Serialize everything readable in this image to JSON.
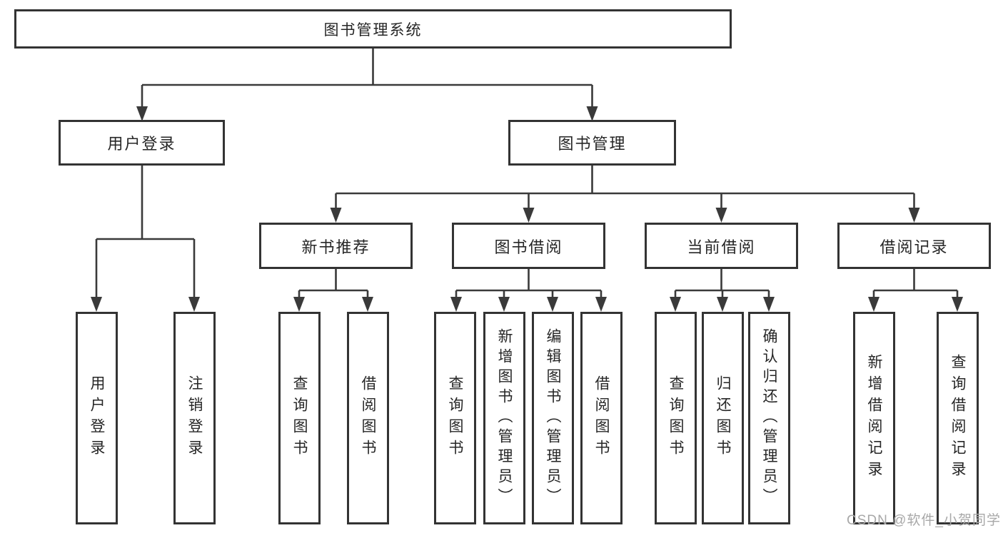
{
  "diagram": {
    "title": "图书管理系统",
    "nodes": {
      "root": {
        "label": "图书管理系统"
      },
      "level2": [
        {
          "label": "用户登录"
        },
        {
          "label": "图书管理"
        }
      ],
      "level3": [
        {
          "label": "新书推荐"
        },
        {
          "label": "图书借阅"
        },
        {
          "label": "当前借阅"
        },
        {
          "label": "借阅记录"
        }
      ],
      "leaves": [
        {
          "label": "用户登录"
        },
        {
          "label": "注销登录"
        },
        {
          "label": "查询图书"
        },
        {
          "label": "借阅图书"
        },
        {
          "label": "查询图书"
        },
        {
          "label": "新增图书（管理员）"
        },
        {
          "label": "编辑图书（管理员）"
        },
        {
          "label": "借阅图书"
        },
        {
          "label": "查询图书"
        },
        {
          "label": "归还图书"
        },
        {
          "label": "确认归还（管理员）"
        },
        {
          "label": "新增借阅记录"
        },
        {
          "label": "查询借阅记录"
        }
      ]
    },
    "colors": {
      "line": "#3a3a3a",
      "box_border": "#333333",
      "box_fill": "#ffffff",
      "text": "#262626"
    }
  },
  "watermark": {
    "text": "CSDN @软件_小贺同学",
    "color": "#a8a8a8"
  }
}
